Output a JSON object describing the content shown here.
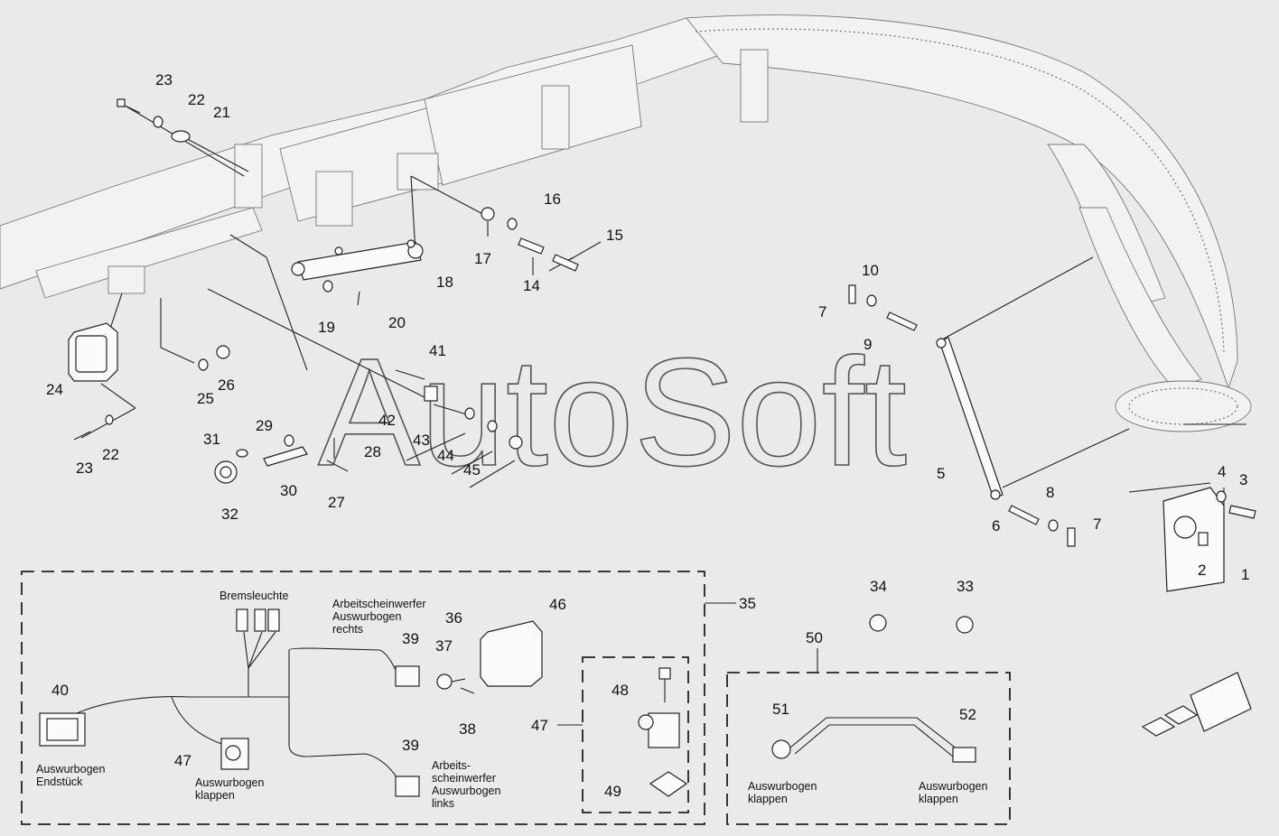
{
  "watermark": "AutoSoft",
  "callouts": [
    {
      "id": "c1",
      "text": "1"
    },
    {
      "id": "c2",
      "text": "2"
    },
    {
      "id": "c3",
      "text": "3"
    },
    {
      "id": "c4",
      "text": "4"
    },
    {
      "id": "c5",
      "text": "5"
    },
    {
      "id": "c6",
      "text": "6"
    },
    {
      "id": "c7a",
      "text": "7"
    },
    {
      "id": "c7b",
      "text": "7"
    },
    {
      "id": "c8",
      "text": "8"
    },
    {
      "id": "c9",
      "text": "9"
    },
    {
      "id": "c10",
      "text": "10"
    },
    {
      "id": "c14",
      "text": "14"
    },
    {
      "id": "c15",
      "text": "15"
    },
    {
      "id": "c16",
      "text": "16"
    },
    {
      "id": "c17",
      "text": "17"
    },
    {
      "id": "c18",
      "text": "18"
    },
    {
      "id": "c19",
      "text": "19"
    },
    {
      "id": "c20",
      "text": "20"
    },
    {
      "id": "c21",
      "text": "21"
    },
    {
      "id": "c22a",
      "text": "22"
    },
    {
      "id": "c22b",
      "text": "22"
    },
    {
      "id": "c23a",
      "text": "23"
    },
    {
      "id": "c23b",
      "text": "23"
    },
    {
      "id": "c24",
      "text": "24"
    },
    {
      "id": "c25",
      "text": "25"
    },
    {
      "id": "c26",
      "text": "26"
    },
    {
      "id": "c27",
      "text": "27"
    },
    {
      "id": "c28",
      "text": "28"
    },
    {
      "id": "c29",
      "text": "29"
    },
    {
      "id": "c30",
      "text": "30"
    },
    {
      "id": "c31",
      "text": "31"
    },
    {
      "id": "c32",
      "text": "32"
    },
    {
      "id": "c33",
      "text": "33"
    },
    {
      "id": "c34",
      "text": "34"
    },
    {
      "id": "c35",
      "text": "35"
    },
    {
      "id": "c36",
      "text": "36"
    },
    {
      "id": "c37",
      "text": "37"
    },
    {
      "id": "c38",
      "text": "38"
    },
    {
      "id": "c39a",
      "text": "39"
    },
    {
      "id": "c39b",
      "text": "39"
    },
    {
      "id": "c40",
      "text": "40"
    },
    {
      "id": "c41",
      "text": "41"
    },
    {
      "id": "c42",
      "text": "42"
    },
    {
      "id": "c43",
      "text": "43"
    },
    {
      "id": "c44",
      "text": "44"
    },
    {
      "id": "c45",
      "text": "45"
    },
    {
      "id": "c46",
      "text": "46"
    },
    {
      "id": "c47a",
      "text": "47"
    },
    {
      "id": "c47b",
      "text": "47"
    },
    {
      "id": "c48",
      "text": "48"
    },
    {
      "id": "c49",
      "text": "49"
    },
    {
      "id": "c50",
      "text": "50"
    },
    {
      "id": "c51",
      "text": "51"
    },
    {
      "id": "c52",
      "text": "52"
    }
  ],
  "captions": {
    "bremsleuchte": "Bremsleuchte",
    "arbeit_rechts": [
      "Arbeitscheinwerfer",
      "Auswurbogen",
      "rechts"
    ],
    "arbeit_links": [
      "Arbeits-",
      "scheinwerfer",
      "Auswurbogen",
      "links"
    ],
    "endstueck": [
      "Auswurbogen",
      "Endstück"
    ],
    "klappen_47": [
      "Auswurbogen",
      "klappen"
    ],
    "klappen_51": [
      "Auswurbogen",
      "klappen"
    ],
    "klappen_52": [
      "Auswurbogen",
      "klappen"
    ]
  }
}
